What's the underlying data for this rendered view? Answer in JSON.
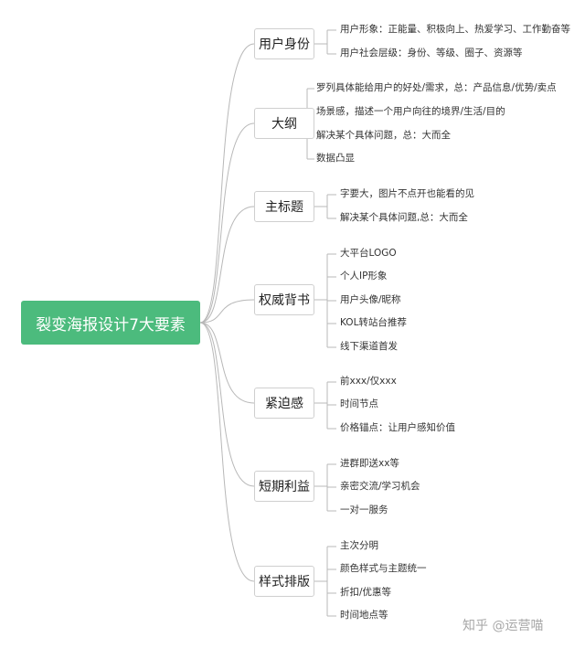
{
  "root": {
    "label": "裂变海报设计7大要素"
  },
  "branches": [
    {
      "label": "用户身份",
      "items": [
        "用户形象：正能量、积极向上、热爱学习、工作勤奋等",
        "用户社会层级：身份、等级、圈子、资源等"
      ]
    },
    {
      "label": "大纲",
      "items": [
        "罗列具体能给用户的好处/需求，总：产品信息/优势/卖点",
        "场景感，描述一个用户向往的境界/生活/目的",
        "解决某个具体问题，总：大而全",
        "数据凸显"
      ]
    },
    {
      "label": "主标题",
      "items": [
        "字要大，图片不点开也能看的见",
        "解决某个具体问题,总：大而全"
      ]
    },
    {
      "label": "权威背书",
      "items": [
        "大平台LOGO",
        "个人IP形象",
        "用户头像/昵称",
        "KOL转站台推荐",
        "线下渠道首发"
      ]
    },
    {
      "label": "紧迫感",
      "items": [
        "前xxx/仅xxx",
        "时间节点",
        "价格锚点：让用户感知价值"
      ]
    },
    {
      "label": "短期利益",
      "items": [
        "进群即送xx等",
        "亲密交流/学习机会",
        "一对一服务"
      ]
    },
    {
      "label": "样式排版",
      "items": [
        "主次分明",
        "颜色样式与主题统一",
        "折扣/优惠等",
        "时间地点等"
      ]
    }
  ],
  "watermark": "知乎 @运营喵",
  "colors": {
    "root_bg": "#4cbb7d",
    "line": "#b8b8b8",
    "box_border": "#cfcfcf"
  }
}
